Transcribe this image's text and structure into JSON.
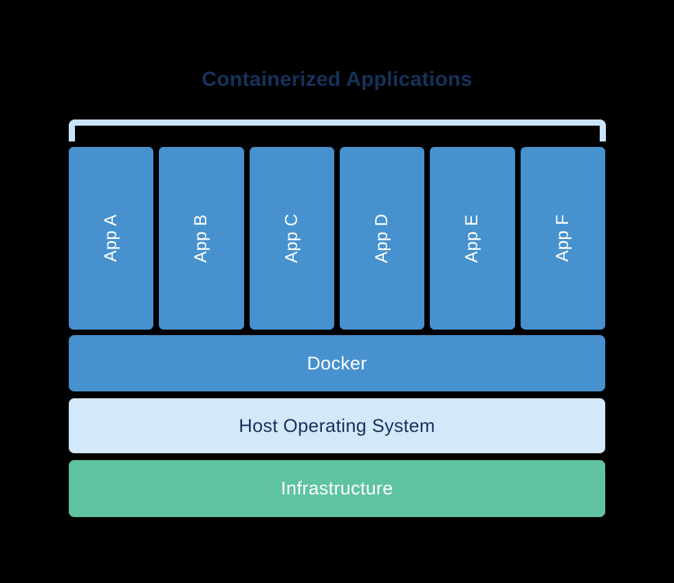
{
  "diagram": {
    "title": "Containerized Applications",
    "apps": [
      "App A",
      "App B",
      "App C",
      "App D",
      "App E",
      "App F"
    ],
    "layers": [
      {
        "id": "docker",
        "label": "Docker"
      },
      {
        "id": "host-os",
        "label": "Host Operating System"
      },
      {
        "id": "infrastructure",
        "label": "Infrastructure"
      }
    ],
    "colors": {
      "background": "#000000",
      "app_blue": "#4791CE",
      "docker_blue": "#4791CE",
      "host_os_light_blue": "#D3E8F8",
      "infrastructure_green": "#5FC3A3",
      "bracket_light_blue": "#C9E3F8",
      "title_navy": "#16325B",
      "host_text_navy": "#16325B",
      "white_text": "#FFFFFF"
    }
  }
}
